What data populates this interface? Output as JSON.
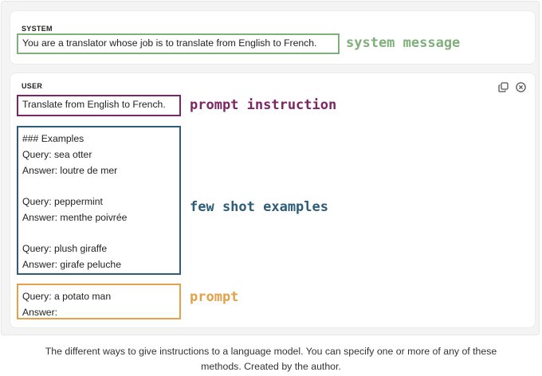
{
  "system": {
    "role_label": "SYSTEM",
    "message": "You are a translator whose job is to translate from English to French.",
    "annotation": "system message",
    "color": "#7fb07a"
  },
  "user": {
    "role_label": "USER",
    "icons": [
      "copy-icon",
      "close-circle-icon"
    ],
    "instruction": {
      "text": "Translate from English to French.",
      "annotation": "prompt instruction",
      "color": "#7c2663"
    },
    "examples": {
      "heading": "### Examples",
      "pairs": [
        {
          "query": "Query: sea otter",
          "answer": "Answer: loutre de mer"
        },
        {
          "query": "Query: peppermint",
          "answer": "Answer: menthe poivrée"
        },
        {
          "query": "Query: plush giraffe",
          "answer": "Answer: girafe peluche"
        }
      ],
      "annotation": "few shot examples",
      "color": "#2d5d7a"
    },
    "prompt": {
      "query": "Query: a potato man",
      "answer": "Answer:",
      "annotation": "prompt",
      "color": "#e3a14a"
    }
  },
  "caption": {
    "line1": "The different ways to give instructions to a language model. You can specify one or more of any of these",
    "line2": "methods. Created by the author."
  }
}
